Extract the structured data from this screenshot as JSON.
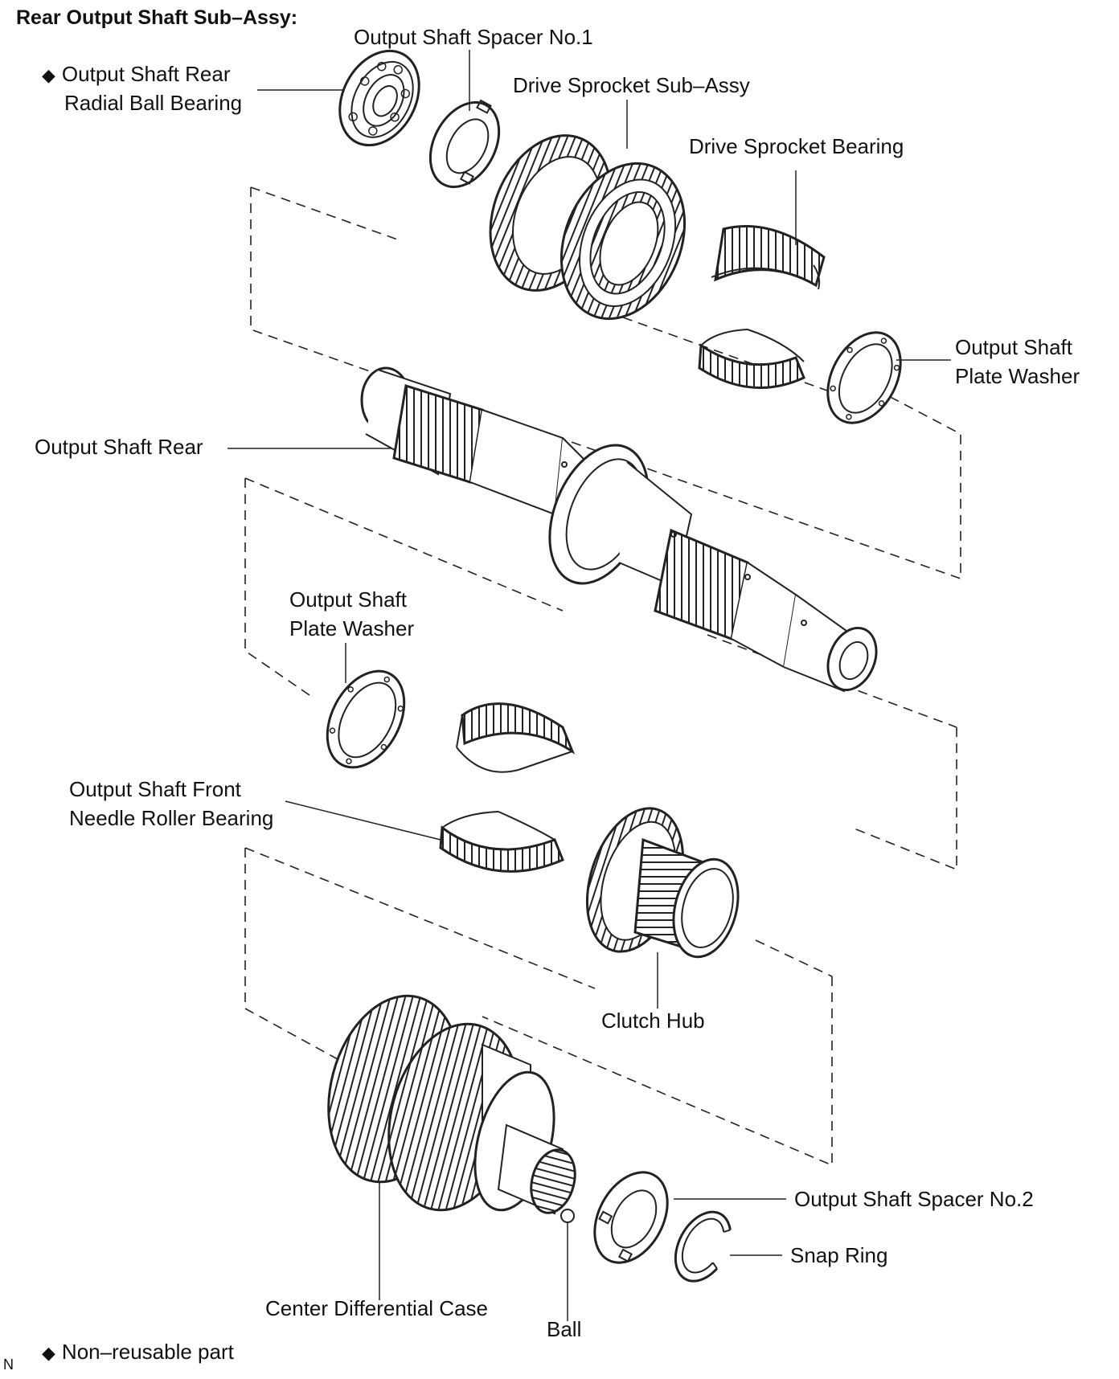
{
  "title": "Rear Output Shaft Sub–Assy:",
  "non_reusable_symbol": "◆",
  "labels": {
    "rear_radial_ball_bearing_1": "Output Shaft Rear",
    "rear_radial_ball_bearing_2": "Radial Ball Bearing",
    "spacer_no1": "Output Shaft Spacer No.1",
    "drive_sprocket_sub_assy": "Drive Sprocket Sub–Assy",
    "drive_sprocket_bearing": "Drive Sprocket Bearing",
    "plate_washer_upper_1": "Output Shaft",
    "plate_washer_upper_2": "Plate Washer",
    "output_shaft_rear": "Output Shaft Rear",
    "plate_washer_lower_1": "Output Shaft",
    "plate_washer_lower_2": "Plate Washer",
    "front_needle_bearing_1": "Output Shaft Front",
    "front_needle_bearing_2": "Needle Roller Bearing",
    "clutch_hub": "Clutch Hub",
    "spacer_no2": "Output Shaft Spacer No.2",
    "snap_ring": "Snap Ring",
    "center_differential_case": "Center Differential Case",
    "ball": "Ball"
  },
  "legend": {
    "text": "Non–reusable part"
  },
  "corner_code": "N"
}
